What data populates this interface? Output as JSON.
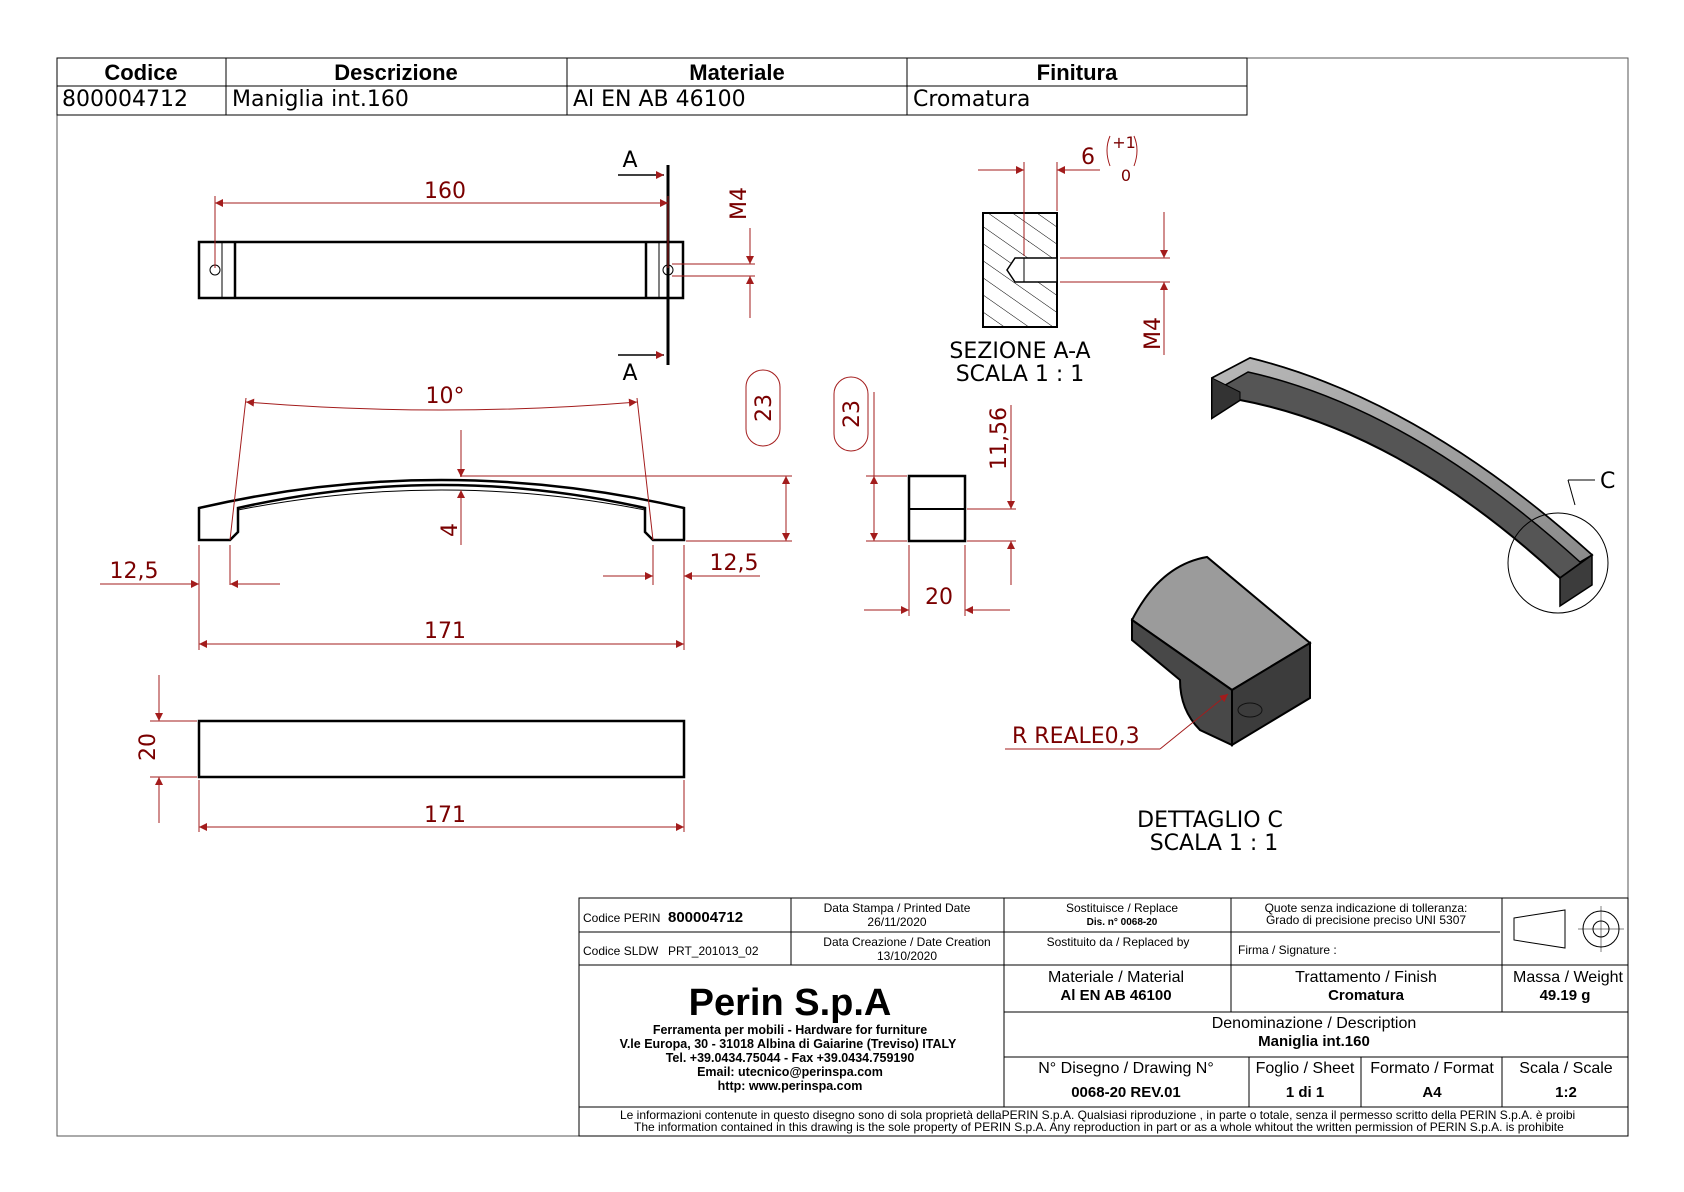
{
  "header_table": {
    "headers": [
      "Codice",
      "Descrizione",
      "Materiale",
      "Finitura"
    ],
    "values": [
      "800004712",
      "Maniglia int.160",
      "Al EN AB 46100",
      "Cromatura"
    ]
  },
  "dimensions": {
    "length_160": "160",
    "thread_m4": "M4",
    "section_a": "A",
    "angle": "10°",
    "height_23_a": "23",
    "height_23_b": "23",
    "depth_4": "4",
    "edge_left": "12,5",
    "edge_right": "12,5",
    "overall_171_a": "171",
    "overall_171_b": "171",
    "width_20_side": "20",
    "width_20_section": "20",
    "height_11_56": "11,56",
    "hole_6": "6",
    "tol_plus": "+1",
    "tol_zero": "0",
    "thread_m4_section": "M4",
    "radius": "R REALE0,3",
    "detail_c": "C"
  },
  "labels": {
    "section_title": "SEZIONE A-A",
    "section_scale": "SCALA 1 : 1",
    "detail_title": "DETTAGLIO C",
    "detail_scale": "SCALA 1 : 1"
  },
  "title_block": {
    "codice_perin_label": "Codice PERIN",
    "codice_perin_value": "800004712",
    "codice_sldw_label": "Codice SLDW",
    "codice_sldw_value": "PRT_201013_02",
    "data_stampa_label": "Data Stampa / Printed Date",
    "data_stampa_value": "26/11/2020",
    "data_creazione_label": "Data Creazione / Date Creation",
    "data_creazione_value": "13/10/2020",
    "sostituisce_label": "Sostituisce / Replace",
    "sostituisce_value": "Dis. n° 0068-20",
    "sostituito_label": "Sostituito da / Replaced by",
    "quote_line1": "Quote senza indicazione di tolleranza:",
    "quote_line2": "Grado di precisione preciso UNI 5307",
    "firma_label": "Firma / Signature :",
    "company": "Perin S.p.A",
    "company_line1": "Ferramenta per mobili - Hardware for furniture",
    "company_line2": "V.le Europa, 30 - 31018 Albina di Gaiarine (Treviso) ITALY",
    "company_line3": "Tel. +39.0434.75044 - Fax +39.0434.759190",
    "company_line4": "Email: utecnico@perinspa.com",
    "company_line5": "http: www.perinspa.com",
    "materiale_label": "Materiale / Material",
    "materiale_value": "Al EN AB 46100",
    "trattamento_label": "Trattamento / Finish",
    "trattamento_value": "Cromatura",
    "massa_label": "Massa / Weight",
    "massa_value": "49.19 g",
    "denominazione_label": "Denominazione / Description",
    "denominazione_value": "Maniglia int.160",
    "disegno_label": "N° Disegno / Drawing N°",
    "disegno_value": "0068-20 REV.01",
    "foglio_label": "Foglio / Sheet",
    "foglio_value": "1 di 1",
    "formato_label": "Formato / Format",
    "formato_value": "A4",
    "scala_label": "Scala / Scale",
    "scala_value": "1:2",
    "disclaimer_it": "Le informazioni contenute in questo disegno sono di sola proprietà dellaPERIN S.p.A. Qualsiasi riproduzione , in parte o totale, senza il permesso scritto della PERIN S.p.A. è proibi",
    "disclaimer_en": "The information contained in this drawing is the sole property of PERIN S.p.A. Any reproduction in part or as a whole whitout the written permission of PERIN S.p.A. is prohibite"
  }
}
